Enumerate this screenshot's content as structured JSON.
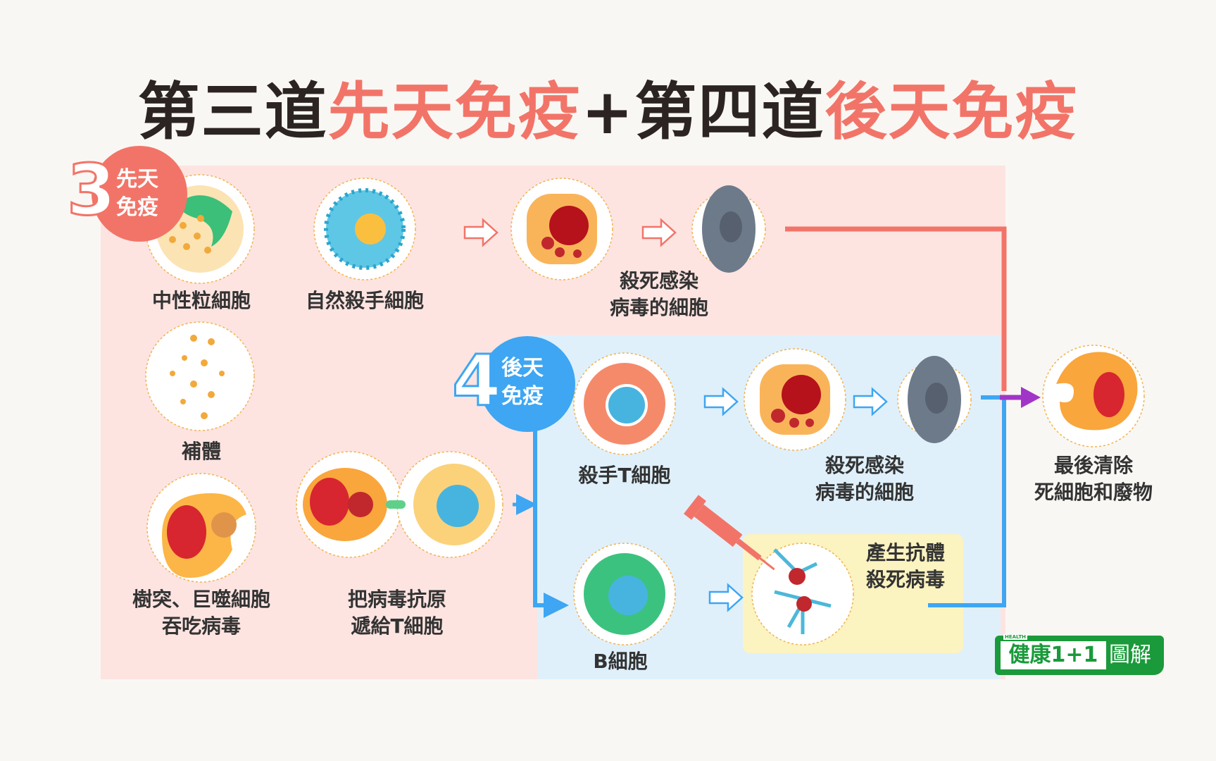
{
  "title": {
    "part1": "第三道",
    "part2": "先天免疫",
    "part3": "+第四道",
    "part4": "後天免疫"
  },
  "badges": {
    "innate_num": "3",
    "innate_text1": "先天",
    "innate_text2": "免疫",
    "adaptive_num": "4",
    "adaptive_text1": "後天",
    "adaptive_text2": "免疫"
  },
  "labels": {
    "neutrophil": "中性粒細胞",
    "nk": "自然殺手細胞",
    "kill1_a": "殺死感染",
    "kill1_b": "病毒的細胞",
    "complement": "補體",
    "dendritic_a": "樹突、巨噬細胞",
    "dendritic_b": "吞吃病毒",
    "present_a": "把病毒抗原",
    "present_b": "遞給T細胞",
    "killer_t": "殺手T細胞",
    "kill2_a": "殺死感染",
    "kill2_b": "病毒的細胞",
    "antibody_a": "產生抗體",
    "antibody_b": "殺死病毒",
    "b_cell": "B細胞",
    "final_a": "最後清除",
    "final_b": "死細胞和廢物"
  },
  "logo": {
    "health": "HEALTH",
    "brand": "健康1+1",
    "suffix": "圖解"
  },
  "colors": {
    "innate": "#f27468",
    "adaptive": "#3ea6f2",
    "innate_bg": "#fde4e1",
    "adaptive_bg": "#dff0fb",
    "highlight_bg": "#fbf3c0",
    "final_arrow": "#a135c8"
  }
}
